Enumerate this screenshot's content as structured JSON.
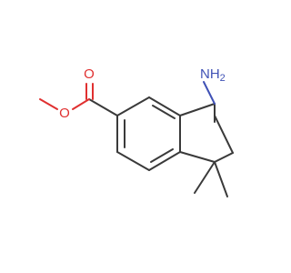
{
  "molecule": {
    "atoms": {
      "carbonyl_oxygen": {
        "label": "O",
        "color": "#e03030"
      },
      "ester_oxygen": {
        "label": "O",
        "color": "#e03030"
      },
      "amine": {
        "label": "NH",
        "subscript": "2",
        "color": "#3f51b5"
      }
    },
    "bond_color": "#3a3a3a"
  }
}
